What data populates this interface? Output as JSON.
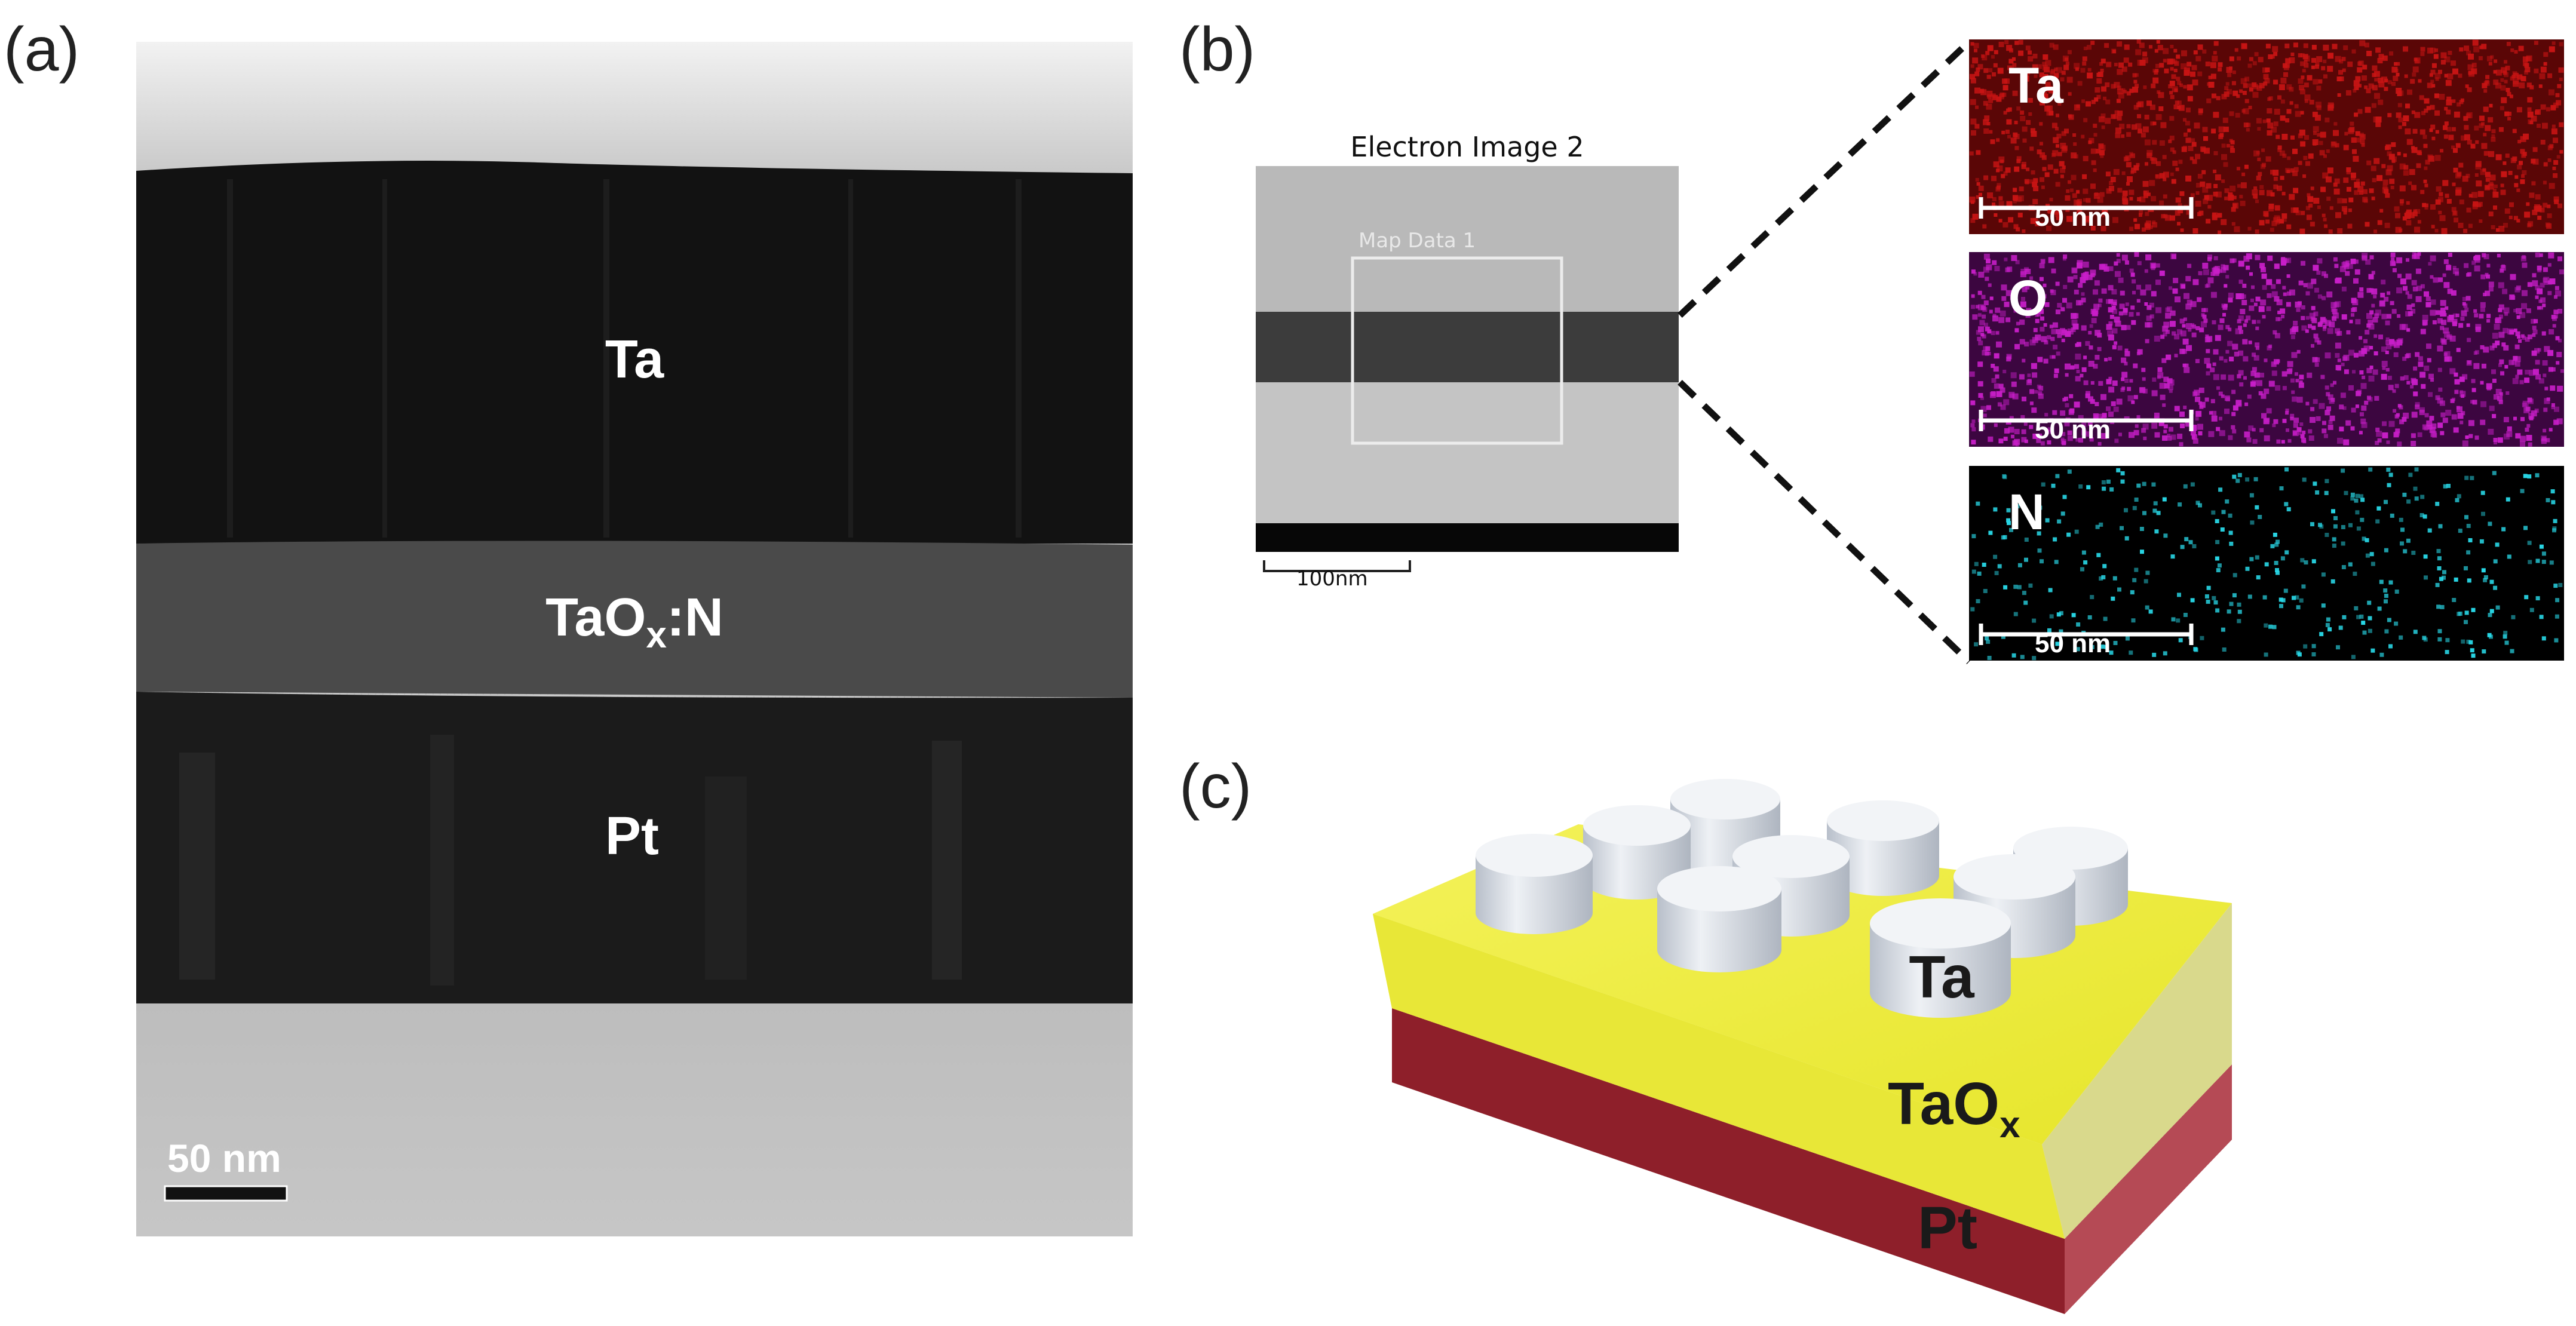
{
  "panels": {
    "a": {
      "label": "(a)",
      "layers": {
        "top": "Ta",
        "middle_main": "TaO",
        "middle_sub": "x",
        "middle_suffix": ":N",
        "bottom": "Pt"
      },
      "scale_bar": "50 nm"
    },
    "b": {
      "label": "(b)",
      "sem": {
        "title": "Electron Image 2",
        "map_label": "Map Data 1",
        "scale_bar": "100nm"
      },
      "maps": [
        {
          "element": "Ta",
          "scale_bar": "50 nm",
          "color": "#c81414",
          "base": "#5a0606"
        },
        {
          "element": "O",
          "scale_bar": "50 nm",
          "color": "#c81ec8",
          "base": "#3c0640"
        },
        {
          "element": "N",
          "scale_bar": "50 nm",
          "color": "#28d7e6",
          "base": "#000000"
        }
      ]
    },
    "c": {
      "label": "(c)",
      "layers": {
        "top_electrode": "Ta",
        "oxide_main": "TaO",
        "oxide_sub": "x",
        "bottom_electrode": "Pt"
      },
      "colors": {
        "oxide": "#ecec3a",
        "bottom": "#9c2430",
        "pillar": "#d8dde5"
      }
    }
  }
}
